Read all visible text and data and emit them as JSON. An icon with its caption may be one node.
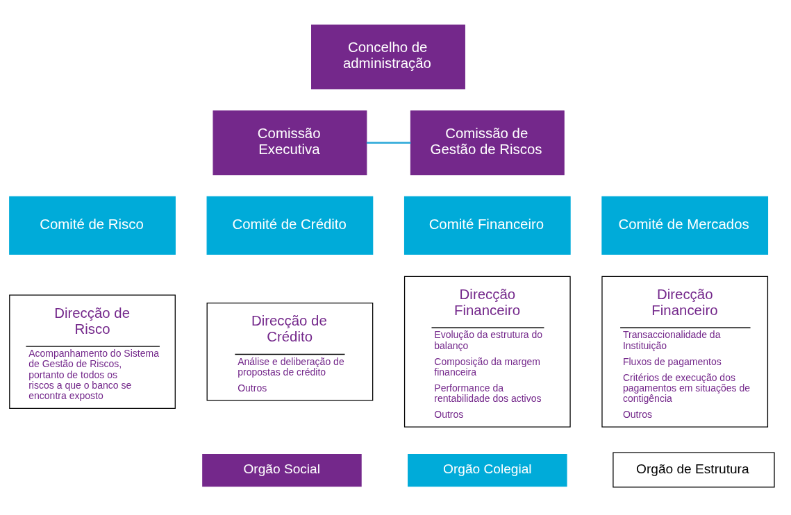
{
  "diagram": {
    "nodes": [
      {
        "text": [
          "Concelho de administração"
        ]
      },
      {
        "text": [
          "Comissão Executiva"
        ]
      },
      {
        "text": [
          "Comissão de Gestão de Riscos"
        ]
      },
      {
        "text": [
          "Comité de Risco"
        ]
      },
      {
        "text": [
          "Comité de Crédito"
        ]
      },
      {
        "text": [
          "Comité Financeiro"
        ]
      },
      {
        "text": [
          "Comité de Mercados"
        ]
      },
      {
        "text": [
          "Direcção de Risco",
          "Acompanhamento do Sistema de Gestão de Riscos, portanto de todos os riscos a que o banco se encontra exposto"
        ]
      },
      {
        "text": [
          "Direcção de Crédito",
          "Análise e deliberação de propostas de crédito",
          "Outros"
        ]
      },
      {
        "text": [
          "Direcção Financeiro",
          "Evolução da estrutura do balanço",
          "Composição da margem financeira",
          "Performance da rentabilidade dos activos",
          "Outros"
        ]
      },
      {
        "text": [
          "Direcção Financeiro",
          "Transaccionalidade da Instituição",
          "Fluxos de pagamentos",
          "Critérios de execução dos pagamentos em situações de contigência",
          "Outros"
        ]
      }
    ],
    "edges": [
      {
        "from": 1,
        "to": 2,
        "arrow": "none",
        "color": "#2aa8d8"
      }
    ],
    "legend": [
      {
        "text": "Orgão Social",
        "color": "#74288b"
      },
      {
        "text": "Orgão Colegial",
        "color": "#00abd9"
      },
      {
        "text": "Orgão de Estrutura",
        "color": "#ffffff"
      }
    ]
  }
}
